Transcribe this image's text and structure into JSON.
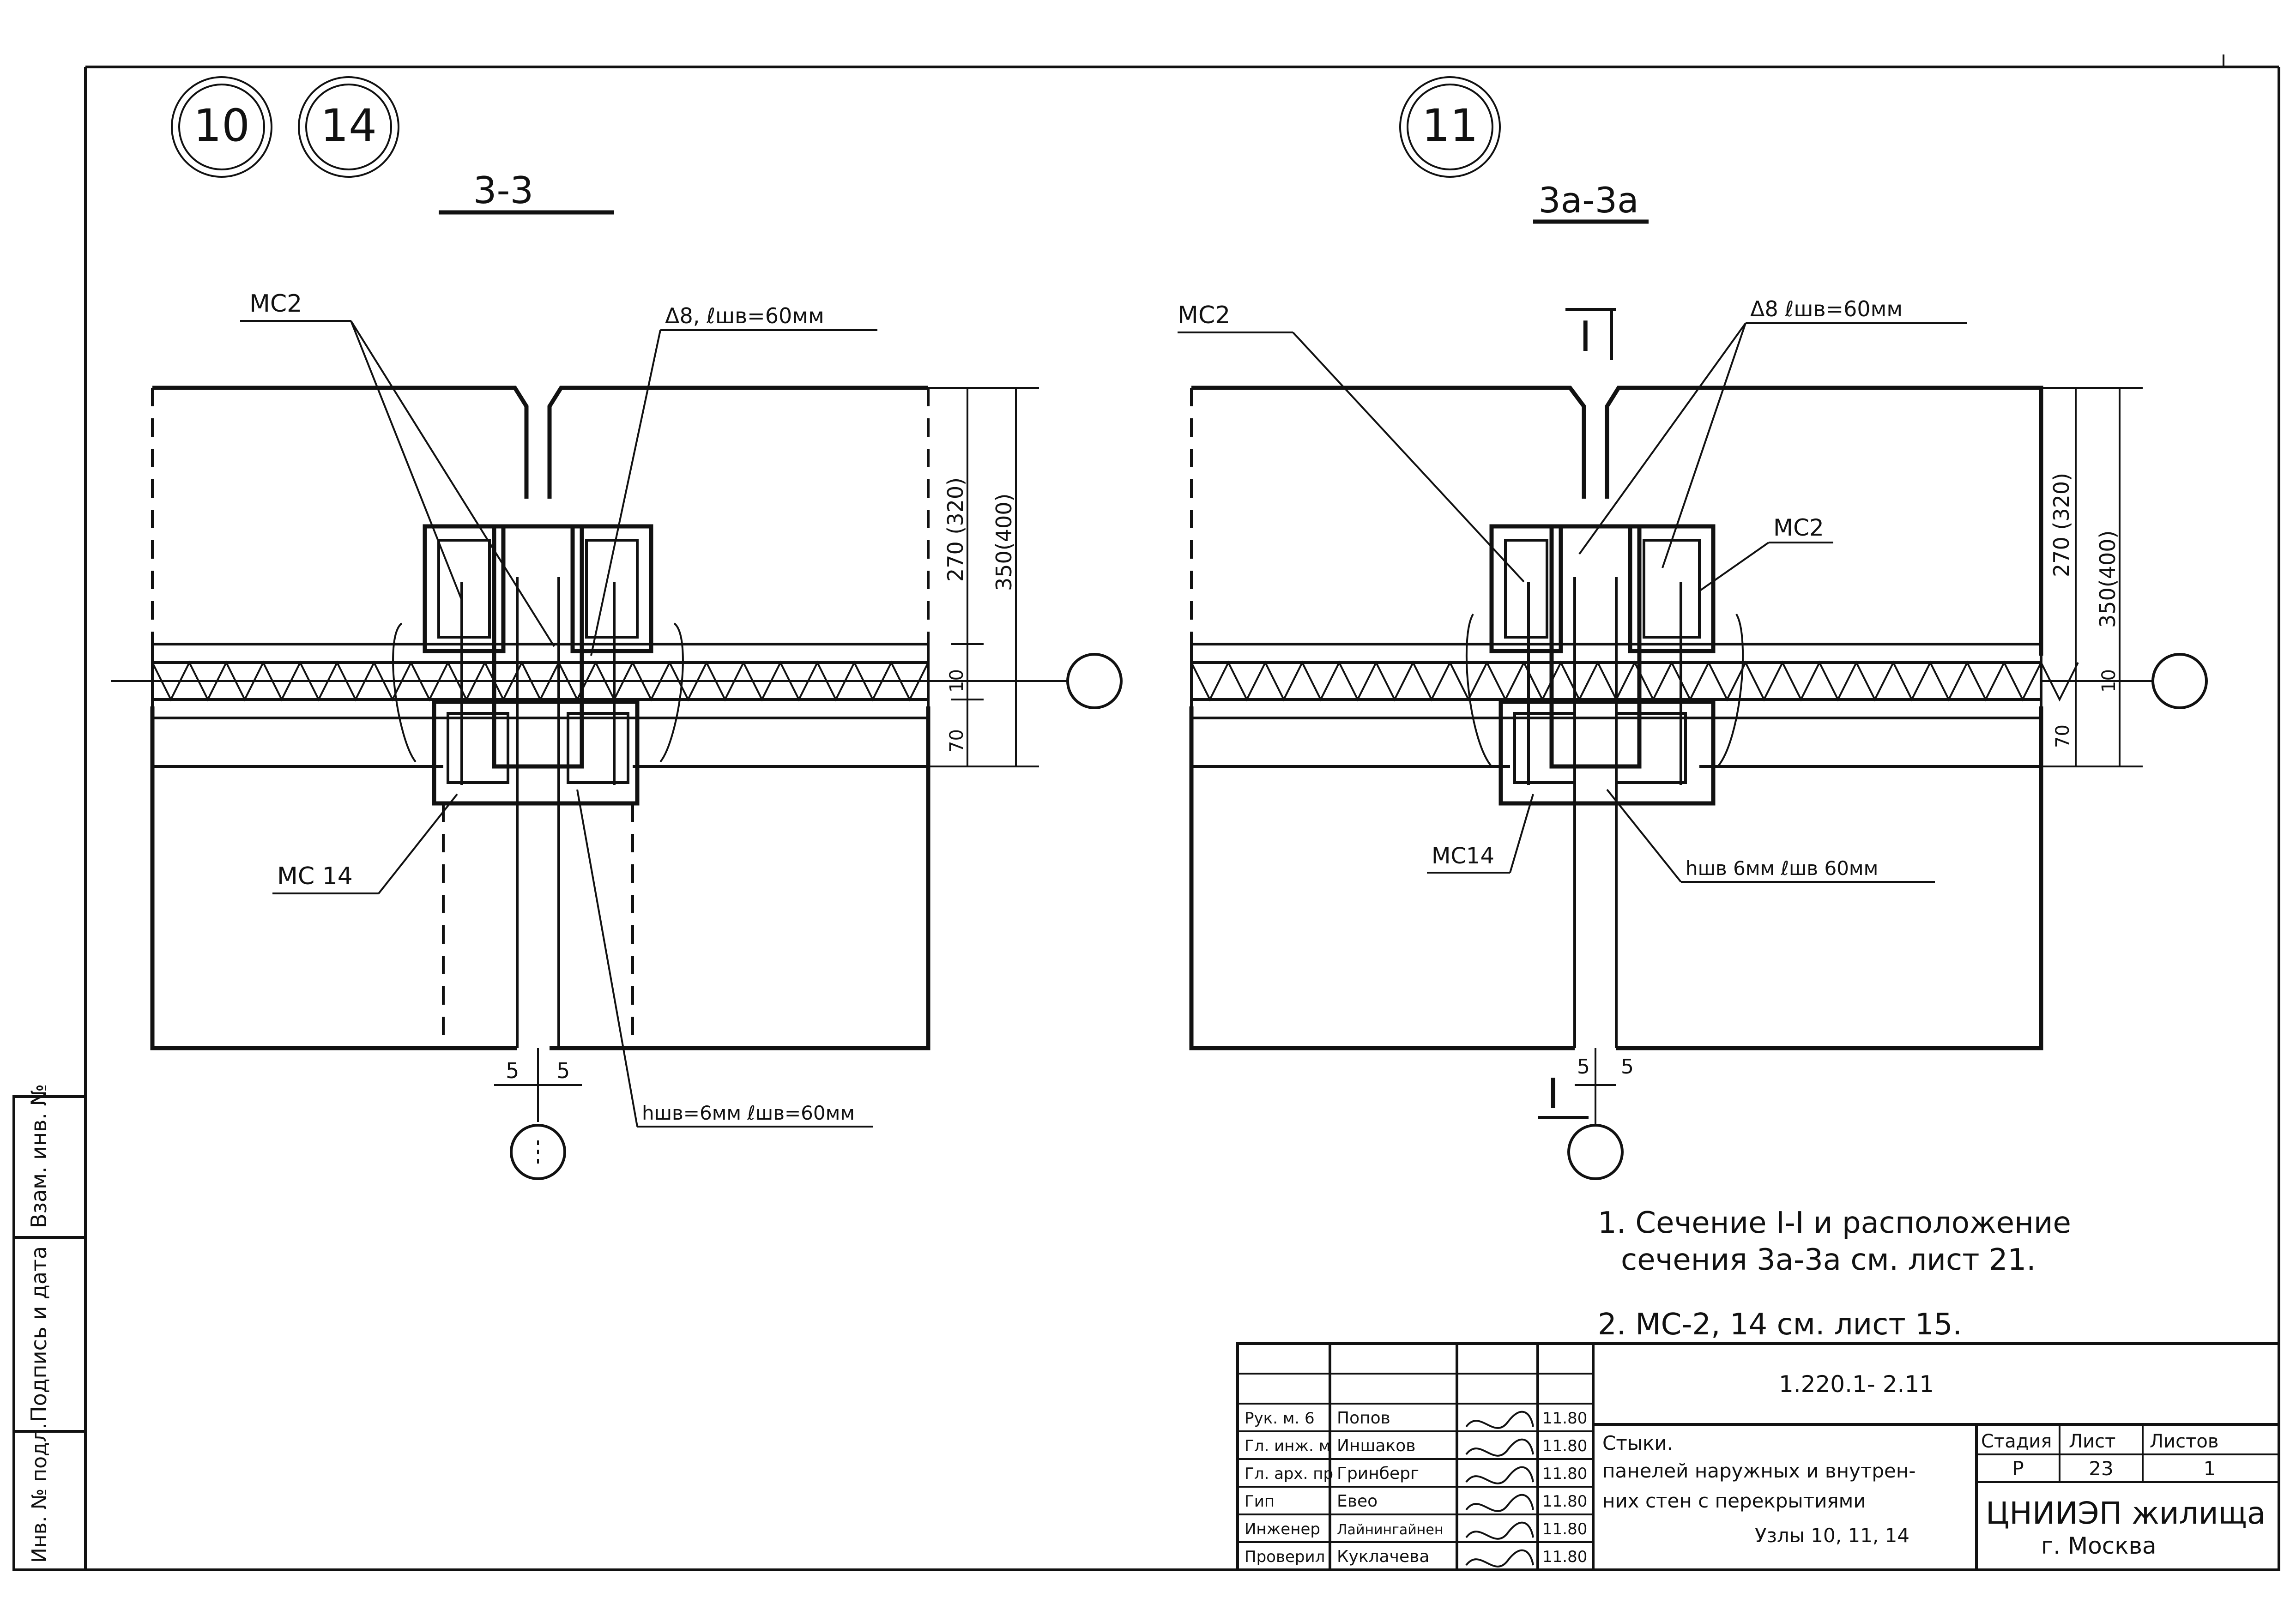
{
  "node_circles": {
    "left_a": "10",
    "left_b": "14",
    "right": "11"
  },
  "left_section": {
    "title": "3-3",
    "label_mc2": "МС2",
    "label_weld_top": "Δ8, ℓшв=60мм",
    "label_mc14": "МС 14",
    "label_weld_bottom": "hшв=6мм ℓшв=60мм",
    "dim_270": "270 (320)",
    "dim_350": "350(400)",
    "dim_10": "10",
    "dim_70": "70",
    "dim_5_left": "5",
    "dim_5_right": "5"
  },
  "right_section": {
    "title": "3а-3а",
    "section_mark_top": "I",
    "section_mark_bottom": "I",
    "label_mc2_left": "МС2",
    "label_mc2_right": "МС2",
    "label_weld_top": "Δ8 ℓшв=60мм",
    "label_mc14": "МС14",
    "label_weld_bottom": "hшв 6мм ℓшв 60мм",
    "dim_270": "270 (320)",
    "dim_350": "350(400)",
    "dim_10": "10",
    "dim_70": "70",
    "dim_5_left": "5",
    "dim_5_right": "5"
  },
  "notes": {
    "note1_line1": "1. Сечение I-I и расположение",
    "note1_line2": "сечения 3а-3а см. лист 21.",
    "note2": "2. МС-2, 14    см. лист 15."
  },
  "side_strip": {
    "inv_podl": "Инв. № подл.",
    "podpis_data": "Подпись и дата",
    "vzam_inv": "Взам. инв. №"
  },
  "title_block": {
    "doc_code": "1.220.1- 2.11",
    "people": [
      {
        "role": "Рук. м. 6",
        "name": "Попов",
        "date": "11.80"
      },
      {
        "role": "Гл. инж. м",
        "name": "Иншаков",
        "date": "11.80"
      },
      {
        "role": "Гл. арх. пр",
        "name": "Гринберг",
        "date": "11.80"
      },
      {
        "role": "Гип",
        "name": "Евео",
        "date": "11.80"
      },
      {
        "role": "Инженер",
        "name": "Лайнингайнен",
        "date": "11.80"
      },
      {
        "role": "Проверил",
        "name": "Куклачева",
        "date": "11.80"
      }
    ],
    "title_lines": [
      "Стыки.",
      "панелей наружных и внутрен-",
      "них стен с перекрытиями",
      "Узлы 10, 11, 14"
    ],
    "col_stage": "Стадия",
    "col_sheet": "Лист",
    "col_sheets": "Листов",
    "stage": "Р",
    "sheet": "23",
    "sheets": "1",
    "org_line1": "ЦНИИЭП жилища",
    "org_line2": "г. Москва"
  }
}
